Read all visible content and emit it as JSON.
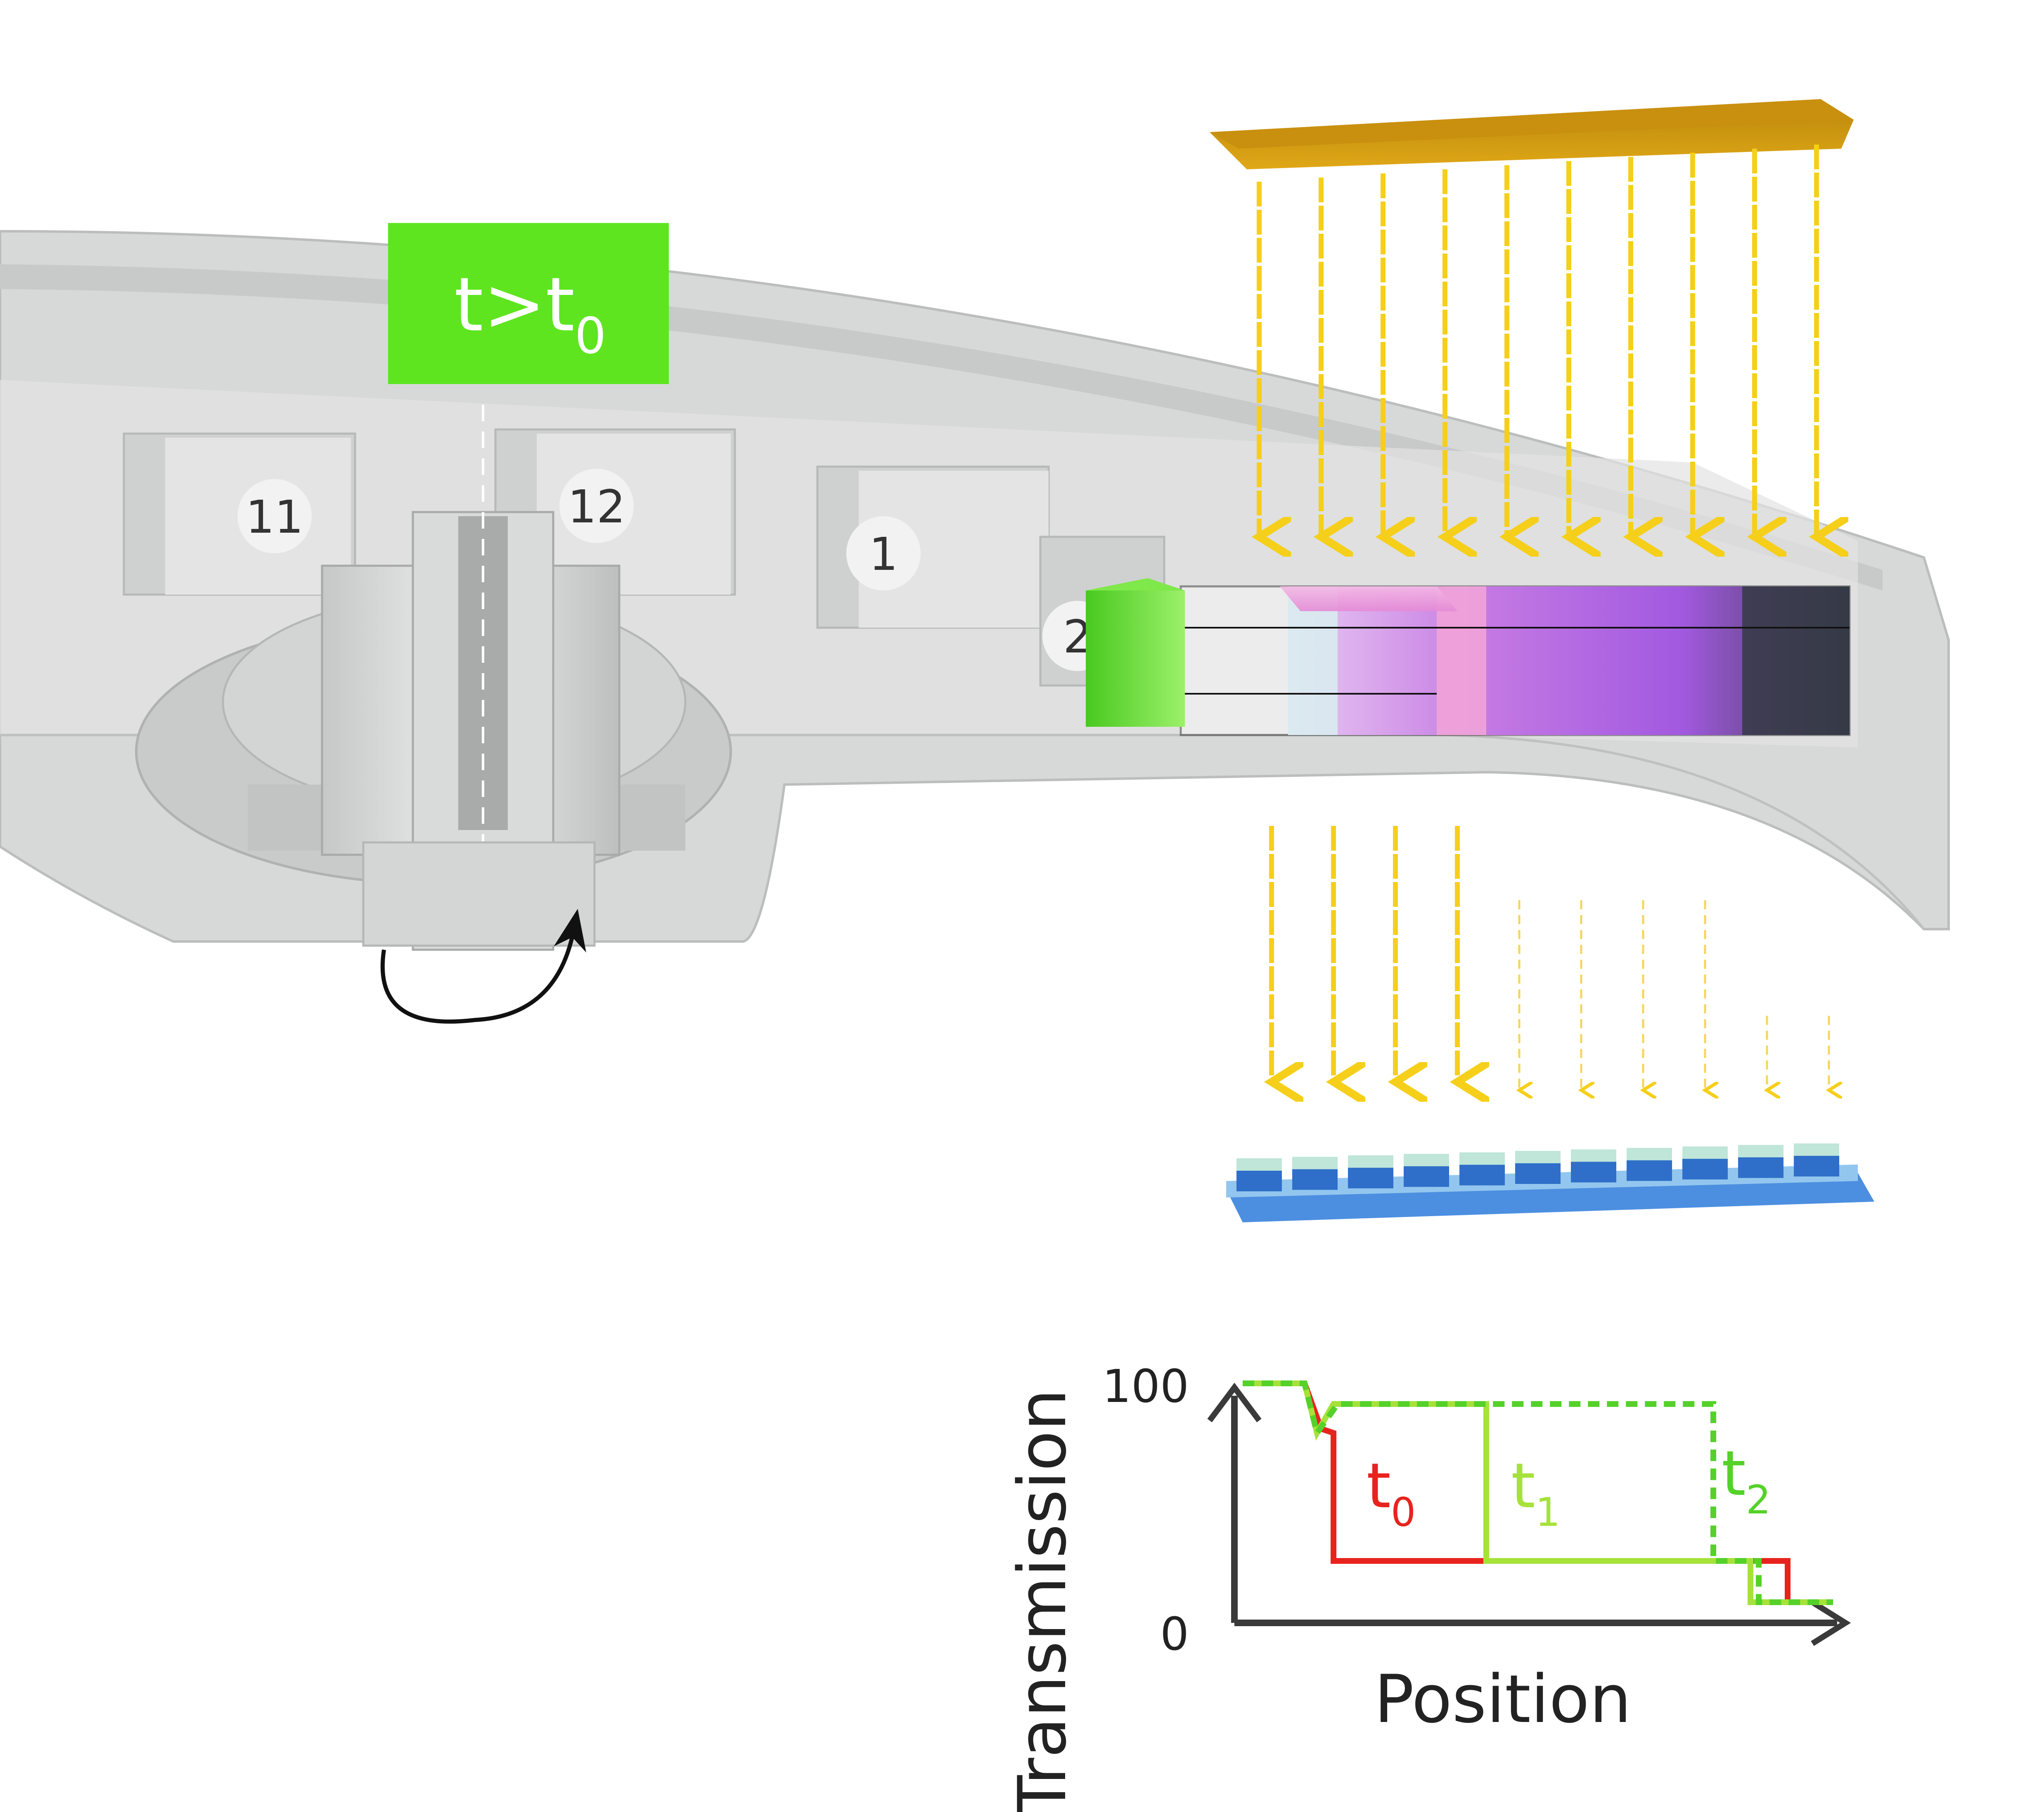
{
  "time_label": {
    "main": "t>t",
    "sub": "0"
  },
  "slots": [
    {
      "number": "11"
    },
    {
      "number": "12"
    },
    {
      "number": "1"
    },
    {
      "number": "2"
    }
  ],
  "plot": {
    "ylabel": "Transmission",
    "xlabel": "Position",
    "ytick_max": "100",
    "ytick_min": "0",
    "curves": [
      {
        "t": "t",
        "sub": "0",
        "color": "#e8231d",
        "style": "solid"
      },
      {
        "t": "t",
        "sub": "1",
        "color": "#a6e23a",
        "style": "solid"
      },
      {
        "t": "t",
        "sub": "2",
        "color": "#55d12a",
        "style": "dashed"
      }
    ]
  },
  "colors": {
    "lamp": "#c9900f",
    "beam": "#f5cf1a",
    "disk": "#d7d9d8",
    "time_box": "#5ee51f",
    "detector_base": "#4c8fe0",
    "detector_pixel": "#2f6fc9"
  },
  "icons": {
    "rotation": "curved-arrow-icon",
    "light_source": "lamp-icon",
    "detector": "detector-array-icon"
  }
}
